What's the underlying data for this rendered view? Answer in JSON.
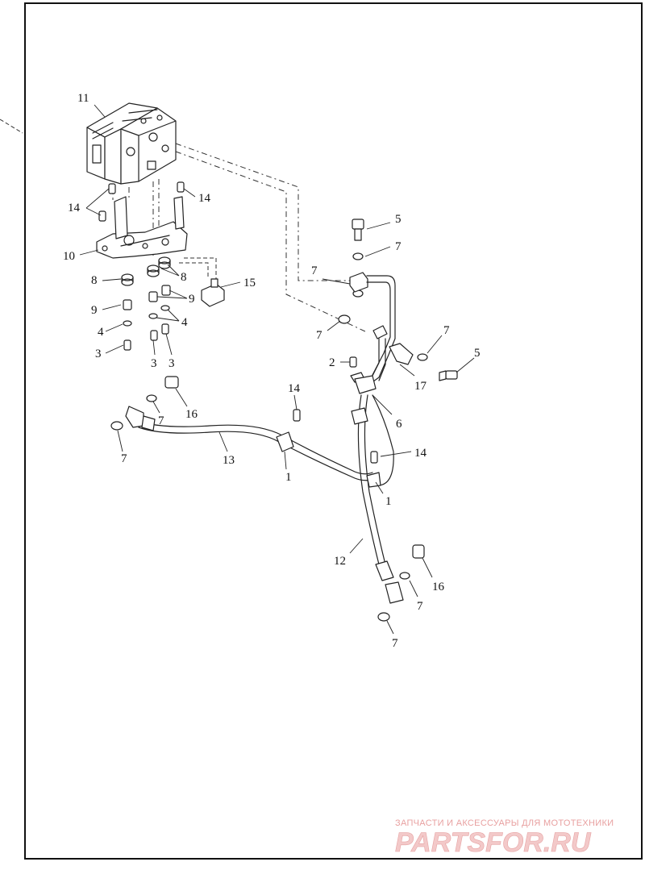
{
  "callouts": {
    "c1a": "1",
    "c1b": "1",
    "c2": "2",
    "c3a": "3",
    "c3b": "3",
    "c3c": "3",
    "c4a": "4",
    "c4b": "4",
    "c5a": "5",
    "c5b": "5",
    "c6": "6",
    "c7a": "7",
    "c7b": "7",
    "c7c": "7",
    "c7d": "7",
    "c7e": "7",
    "c7f": "7",
    "c7g": "7",
    "c7h": "7",
    "c8a": "8",
    "c8b": "8",
    "c9a": "9",
    "c9b": "9",
    "c10": "10",
    "c11": "11",
    "c12": "12",
    "c13": "13",
    "c14a": "14",
    "c14b": "14",
    "c14c": "14",
    "c14d": "14",
    "c15": "15",
    "c16a": "16",
    "c16b": "16",
    "c17": "17"
  },
  "watermark": {
    "tagline": "ЗАПЧАСТИ И АКСЕССУАРЫ ДЛЯ МОТОТЕХНИКИ",
    "logo": "PARTSFOR.RU"
  },
  "colors": {
    "line": "#222222",
    "watermark": "#e6a3a3"
  }
}
